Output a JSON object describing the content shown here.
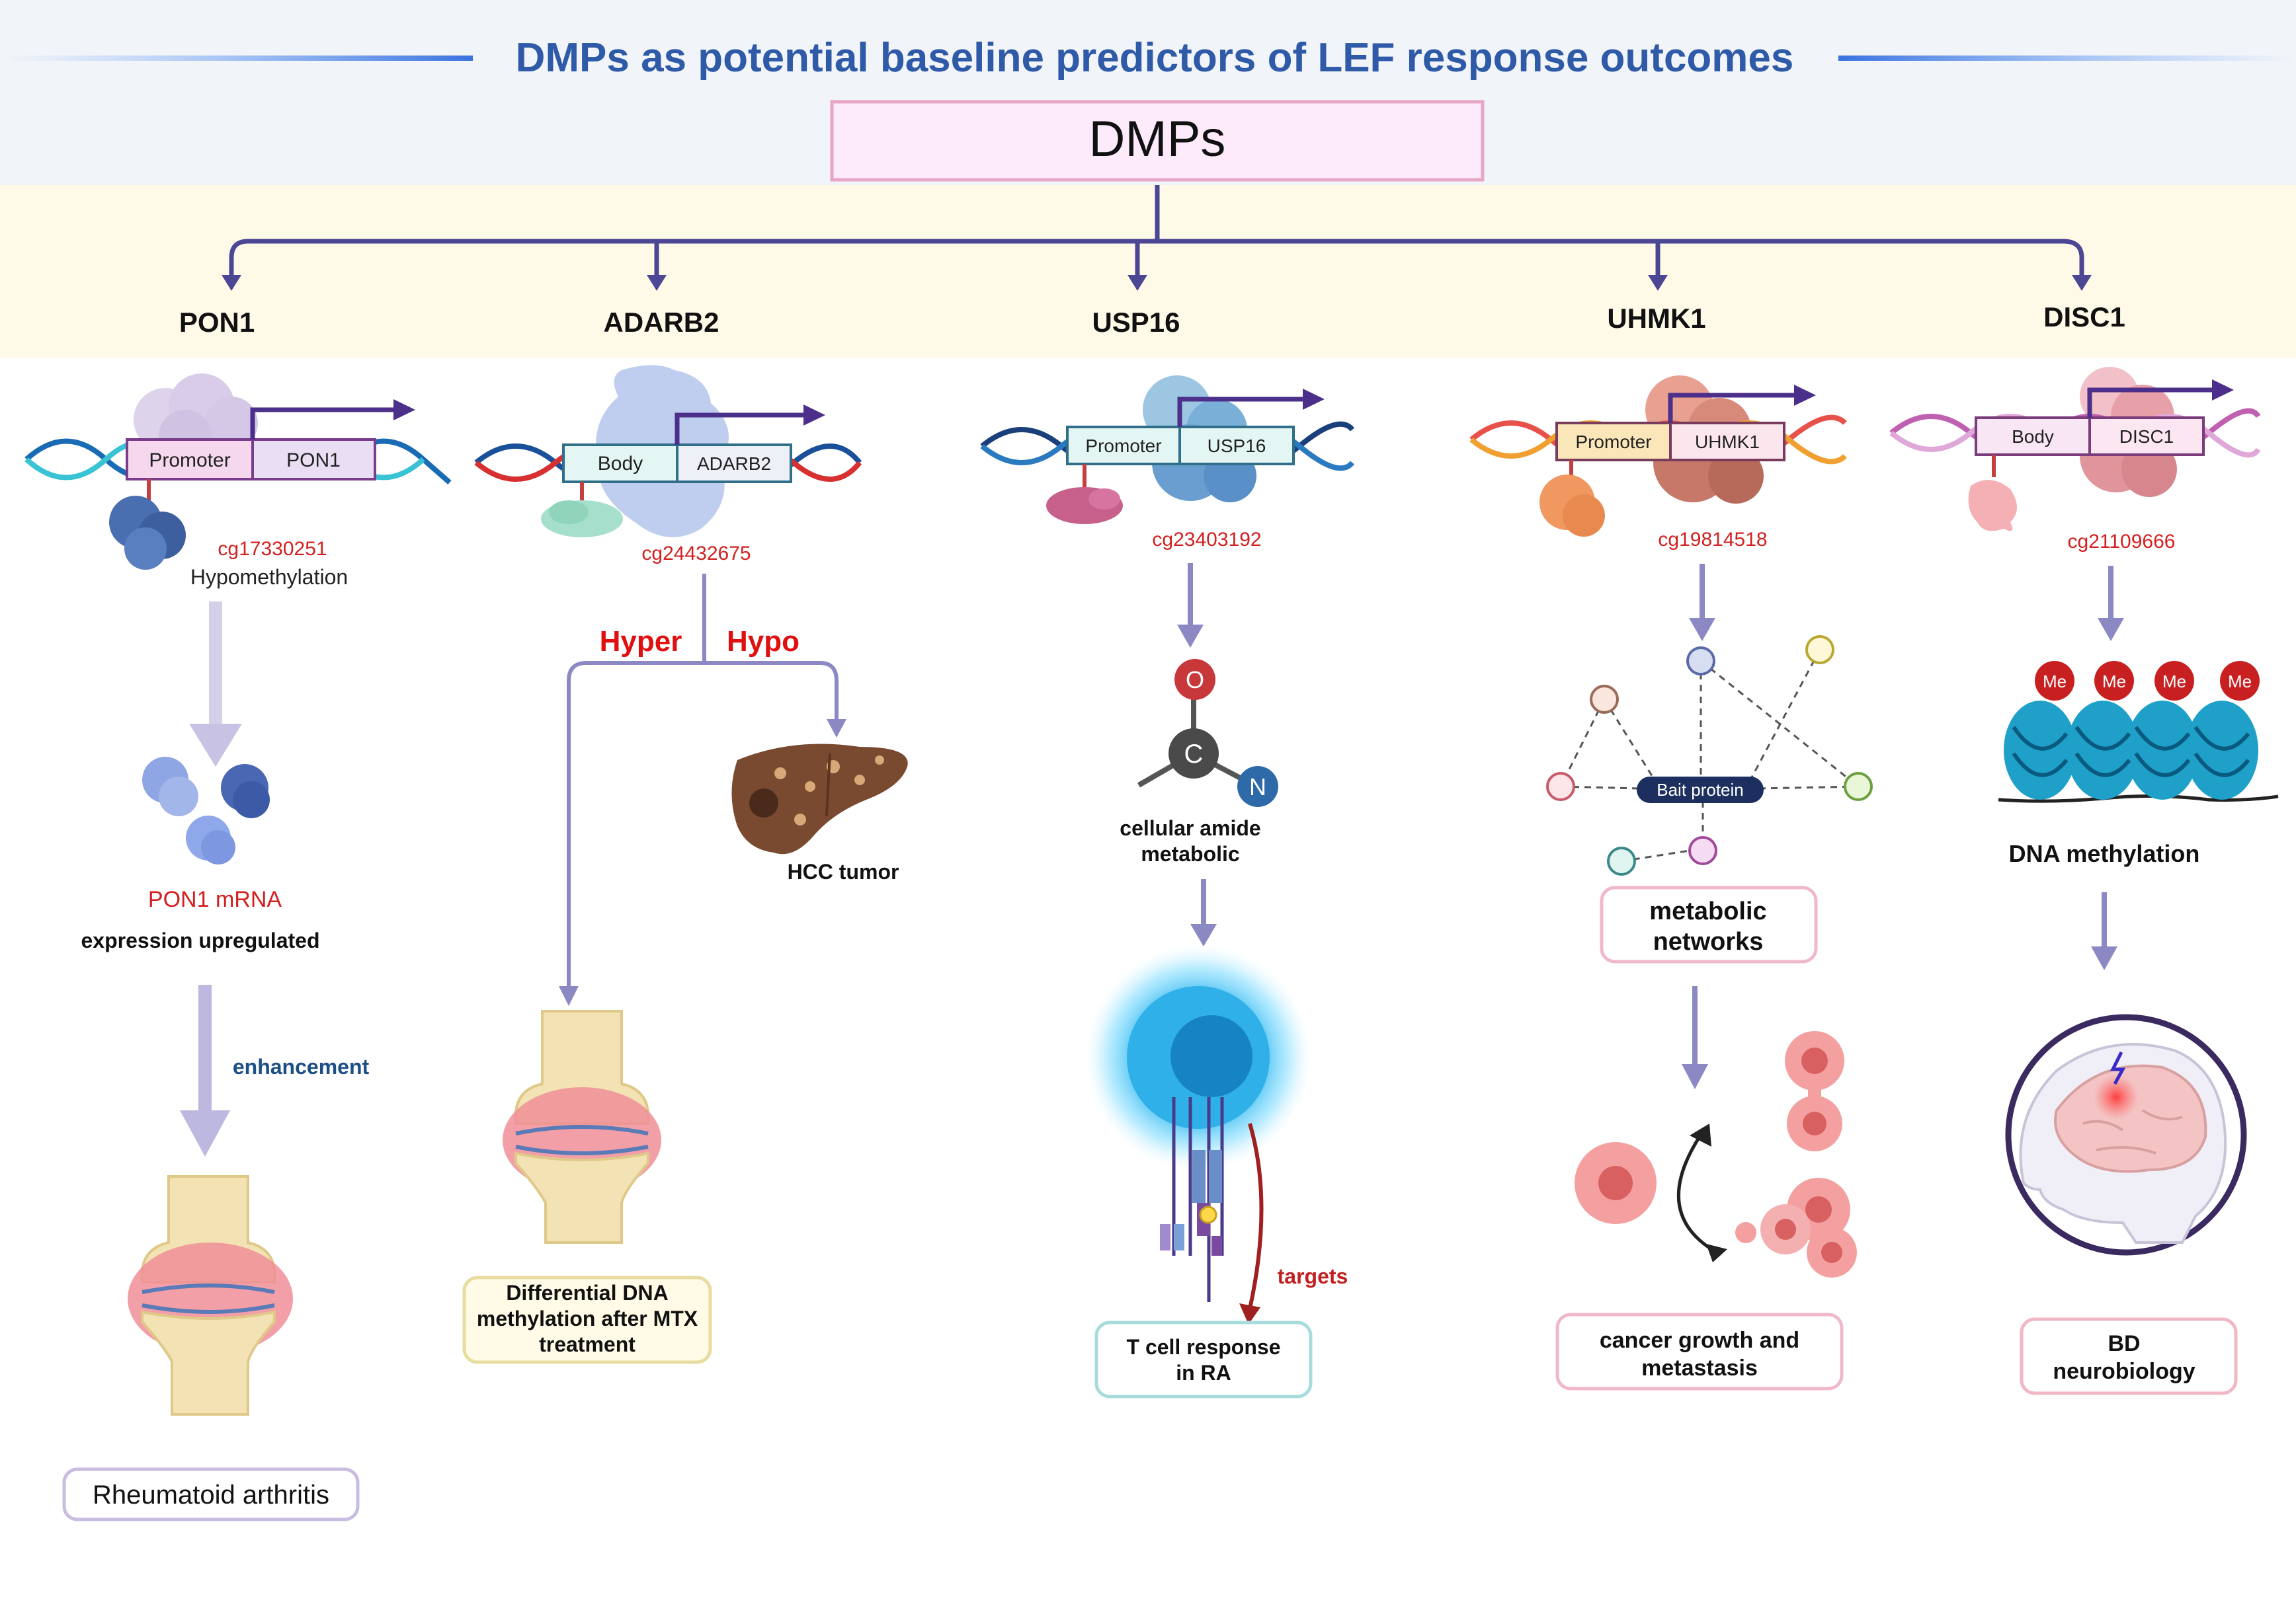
{
  "title": "DMPs as potential baseline predictors of LEF response outcomes",
  "root_label": "DMPs",
  "genes": {
    "pon1": {
      "name": "PON1",
      "region": "Promoter",
      "gene_box": "PON1",
      "cpg": "cg17330251",
      "cpg_note": "Hypomethylation",
      "mrna": "PON1 mRNA",
      "mrna_note": "expression upregulated",
      "arrow_note": "enhancement",
      "outcome": "Rheumatoid arthritis"
    },
    "adarb2": {
      "name": "ADARB2",
      "region": "Body",
      "gene_box": "ADARB2",
      "cpg": "cg24432675",
      "hyper": "Hyper",
      "hypo": "Hypo",
      "hcc": "HCC tumor",
      "outcome_lines": [
        "Differential DNA",
        "methylation after MTX",
        "treatment"
      ]
    },
    "usp16": {
      "name": "USP16",
      "region": "Promoter",
      "gene_box": "USP16",
      "cpg": "cg23403192",
      "atoms": [
        "O",
        "C",
        "N"
      ],
      "metabolic_lines": [
        "cellular amide",
        "metabolic"
      ],
      "targets": "targets",
      "outcome_lines": [
        "T cell response",
        "in RA"
      ]
    },
    "uhmk1": {
      "name": "UHMK1",
      "region": "Promoter",
      "gene_box": "UHMK1",
      "cpg": "cg19814518",
      "bait": "Bait protein",
      "network_lines": [
        "metabolic",
        "networks"
      ],
      "outcome_lines": [
        "cancer growth and",
        "metastasis"
      ]
    },
    "disc1": {
      "name": "DISC1",
      "region": "Body",
      "gene_box": "DISC1",
      "cpg": "cg21109666",
      "me": [
        "Me",
        "Me",
        "Me",
        "Me"
      ],
      "process": "DNA methylation",
      "outcome_lines": [
        "BD",
        "neurobiology"
      ]
    }
  },
  "colors": {
    "title": "#2e5aa8",
    "arrow": "#4b4794",
    "cpg_red": "#d32020",
    "hyper_red": "#e01010",
    "flow_arrow": "#8c88c4",
    "band": "#fff9e8",
    "top_band": "#f1f4f8"
  }
}
